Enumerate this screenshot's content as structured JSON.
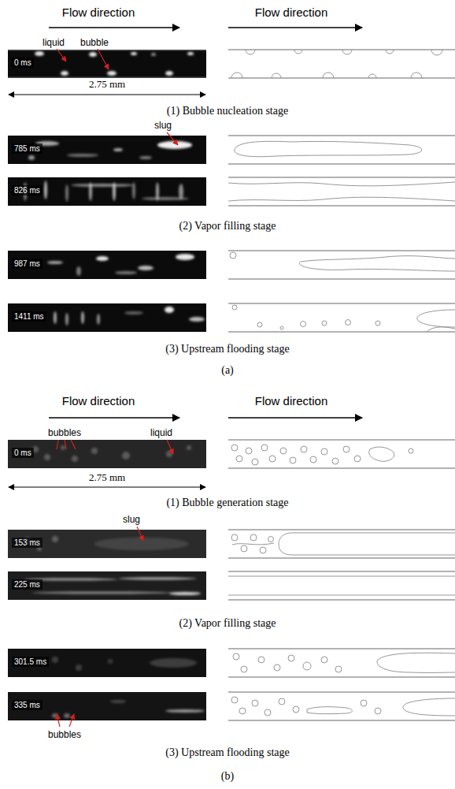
{
  "diagram": {
    "nodes": [
      {
        "text": [
          "0 ms"
        ]
      },
      {
        "text": [
          "785 ms"
        ]
      },
      {
        "text": [
          "826 ms"
        ]
      },
      {
        "text": [
          "987 ms"
        ]
      },
      {
        "text": [
          "1411 ms"
        ]
      },
      {
        "text": [
          "0 ms"
        ]
      },
      {
        "text": [
          "153 ms"
        ]
      },
      {
        "text": [
          "225 ms"
        ]
      },
      {
        "text": [
          "301.5 ms"
        ]
      },
      {
        "text": [
          "335 ms"
        ]
      }
    ],
    "labels": [
      "Flow direction",
      "Flow direction",
      "liquid",
      "bubble",
      "2.75 mm",
      "(1) Bubble nucleation stage",
      "slug",
      "(2) Vapor filling stage",
      "(3) Upstream flooding stage",
      "(a)",
      "Flow direction",
      "Flow direction",
      "bubbles",
      "liquid",
      "2.75 mm",
      "(1) Bubble generation stage",
      "slug",
      "(2) Vapor filling stage",
      "bubbles",
      "(3) Upstream flooding stage",
      "(b)"
    ]
  }
}
